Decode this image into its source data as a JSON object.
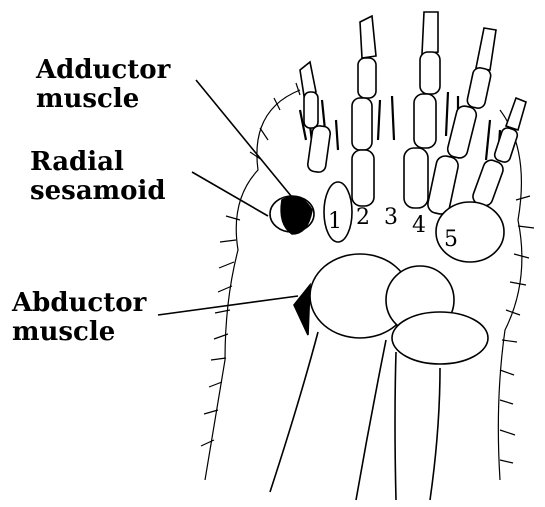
{
  "labels": {
    "adductor": {
      "line1": "Adductor",
      "line2": "muscle"
    },
    "radial": {
      "line1": "Radial",
      "line2": "sesamoid"
    },
    "abductor": {
      "line1": "Abductor",
      "line2": "muscle"
    }
  },
  "digits": [
    "1",
    "2",
    "3",
    "4",
    "5"
  ],
  "colors": {
    "ink": "#000000",
    "paper": "#ffffff"
  }
}
